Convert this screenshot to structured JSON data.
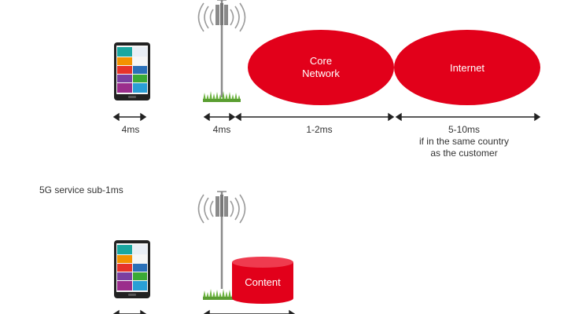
{
  "top": {
    "core_network": {
      "line1": "Core",
      "line2": "Network"
    },
    "internet": {
      "label": "Internet"
    },
    "latency": {
      "device": "4ms",
      "tower": "4ms",
      "core": "1-2ms",
      "internet_line1": "5-10ms",
      "internet_line2": "if in the same country",
      "internet_line3": "as the customer"
    }
  },
  "bottom": {
    "caption": "5G service sub-1ms",
    "content_label": "Content"
  },
  "colors": {
    "accent": "#e2001a",
    "grass": "#6cb33f",
    "tower": "#8a8a8a",
    "phone": "#222222"
  },
  "icons": [
    "phone-icon",
    "cell-tower-icon",
    "grass-icon",
    "database-icon",
    "double-arrow-icon"
  ]
}
